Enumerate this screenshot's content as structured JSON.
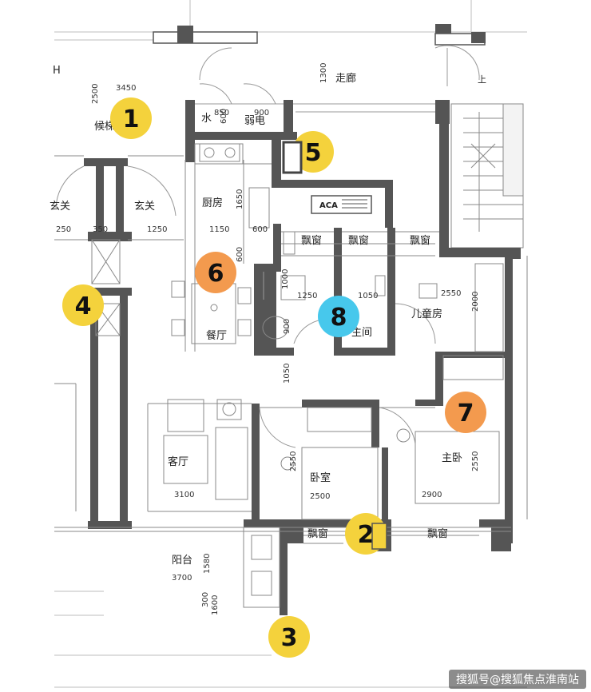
{
  "rooms": {
    "corridor": "走廊",
    "elevator_lobby": "候梯厅",
    "water": "水",
    "weak_current": "弱电",
    "entrance_left": "玄关",
    "entrance": "玄关",
    "kitchen": "厨房",
    "aca": "ACA",
    "bay_window_1": "飘窗",
    "bay_window_2": "飘窗",
    "bay_window_3": "飘窗",
    "bay_window_4": "飘窗",
    "bay_window_5": "飘窗",
    "main_bath": "主间",
    "childrens_room": "儿童房",
    "dining": "餐厅",
    "living": "客厅",
    "bedroom": "卧室",
    "master_bedroom": "主卧",
    "balcony": "阳台",
    "h_label": "H",
    "up_label": "上"
  },
  "dimensions": {
    "d3450": "3450",
    "d2500": "2500",
    "d1300": "1300",
    "d850": "850",
    "d900": "900",
    "d250": "250",
    "d350": "350",
    "d1250a": "1250",
    "d1150": "1150",
    "d600a": "600",
    "d1650": "1650",
    "d600b": "600",
    "d1000": "1000",
    "d1250b": "1250",
    "d1050a": "1050",
    "d2550a": "2550",
    "d2000": "2000",
    "d900b": "900",
    "d1050b": "1050",
    "d3100": "3100",
    "d2550b": "2550",
    "d2500b": "2500",
    "d2550c": "2550",
    "d2900": "2900",
    "d1580": "1580",
    "d3700": "3700",
    "d300": "300",
    "d1600": "1600",
    "d600c": "600"
  },
  "markers": [
    {
      "label": "1",
      "color": "#f4d23c"
    },
    {
      "label": "2",
      "color": "#f4d23c"
    },
    {
      "label": "3",
      "color": "#f4d23c"
    },
    {
      "label": "4",
      "color": "#f4d23c"
    },
    {
      "label": "5",
      "color": "#f4d23c"
    },
    {
      "label": "6",
      "color": "#f39a4e"
    },
    {
      "label": "7",
      "color": "#f39a4e"
    },
    {
      "label": "8",
      "color": "#47c8ec"
    }
  ],
  "watermark": "搜狐号@搜狐焦点淮南站",
  "colors": {
    "wall": "#555555",
    "wall_dark": "#3a3a3a",
    "line": "#8a8a8a"
  }
}
